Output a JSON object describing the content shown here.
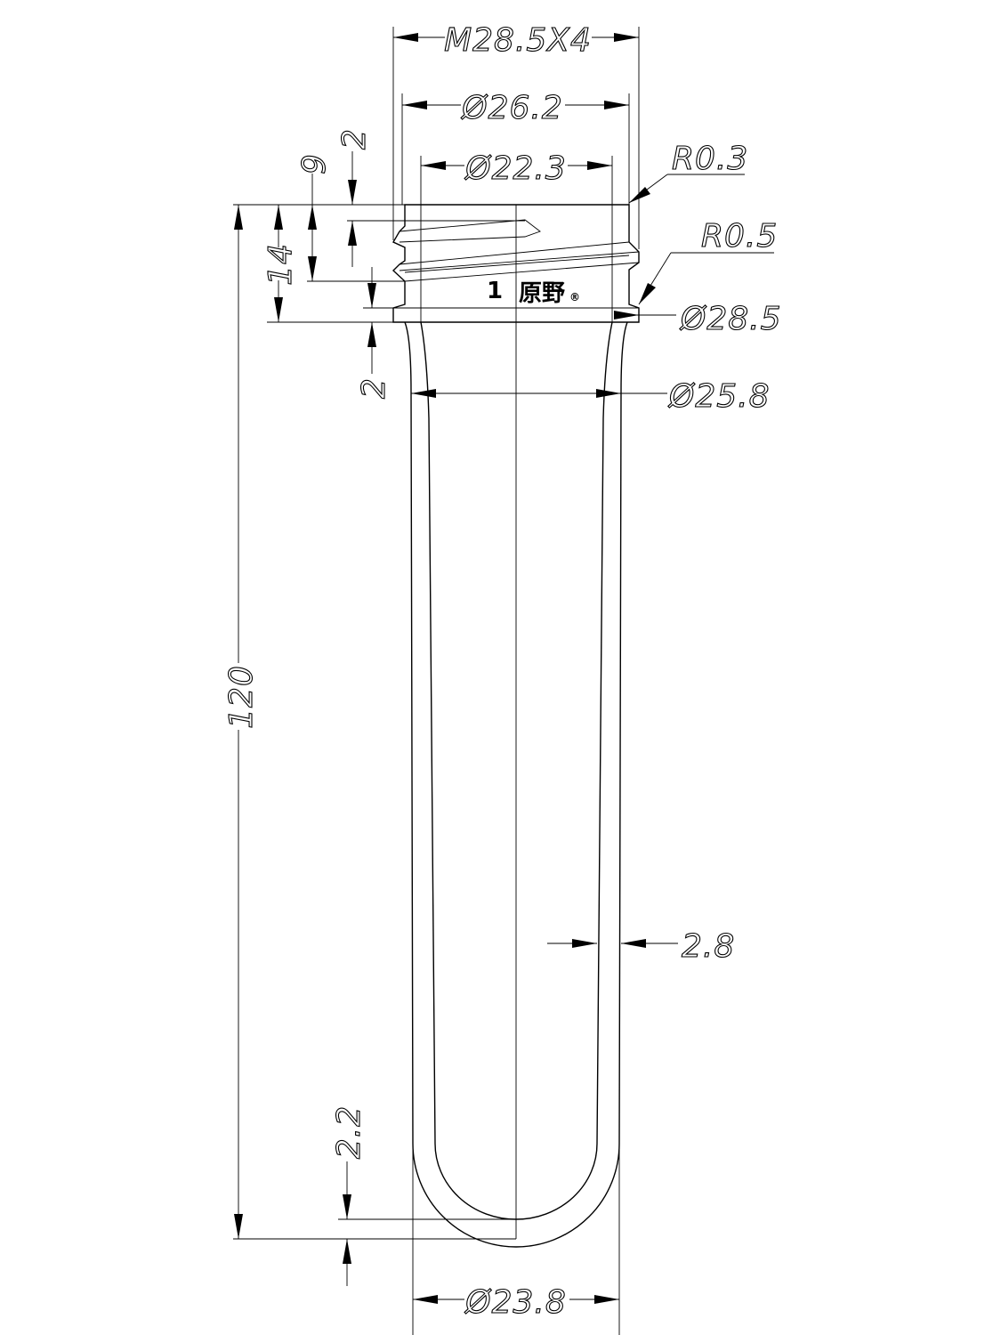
{
  "dimensions": {
    "thread": "M28.5X4",
    "d_26_2": "Ø26.2",
    "d_22_3": "Ø22.3",
    "r_0_3": "R0.3",
    "r_0_5": "R0.5",
    "d_28_5": "Ø28.5",
    "d_25_8": "Ø25.8",
    "h_2_top": "2",
    "h_9": "9",
    "h_14": "14",
    "h_2_ring": "2",
    "h_120": "120",
    "wall_2_8": "2.8",
    "bottom_2_2": "2.2",
    "d_23_8": "Ø23.8"
  },
  "marking": {
    "cavity_number": "1",
    "logo_text": "原野",
    "logo_small": "®"
  }
}
